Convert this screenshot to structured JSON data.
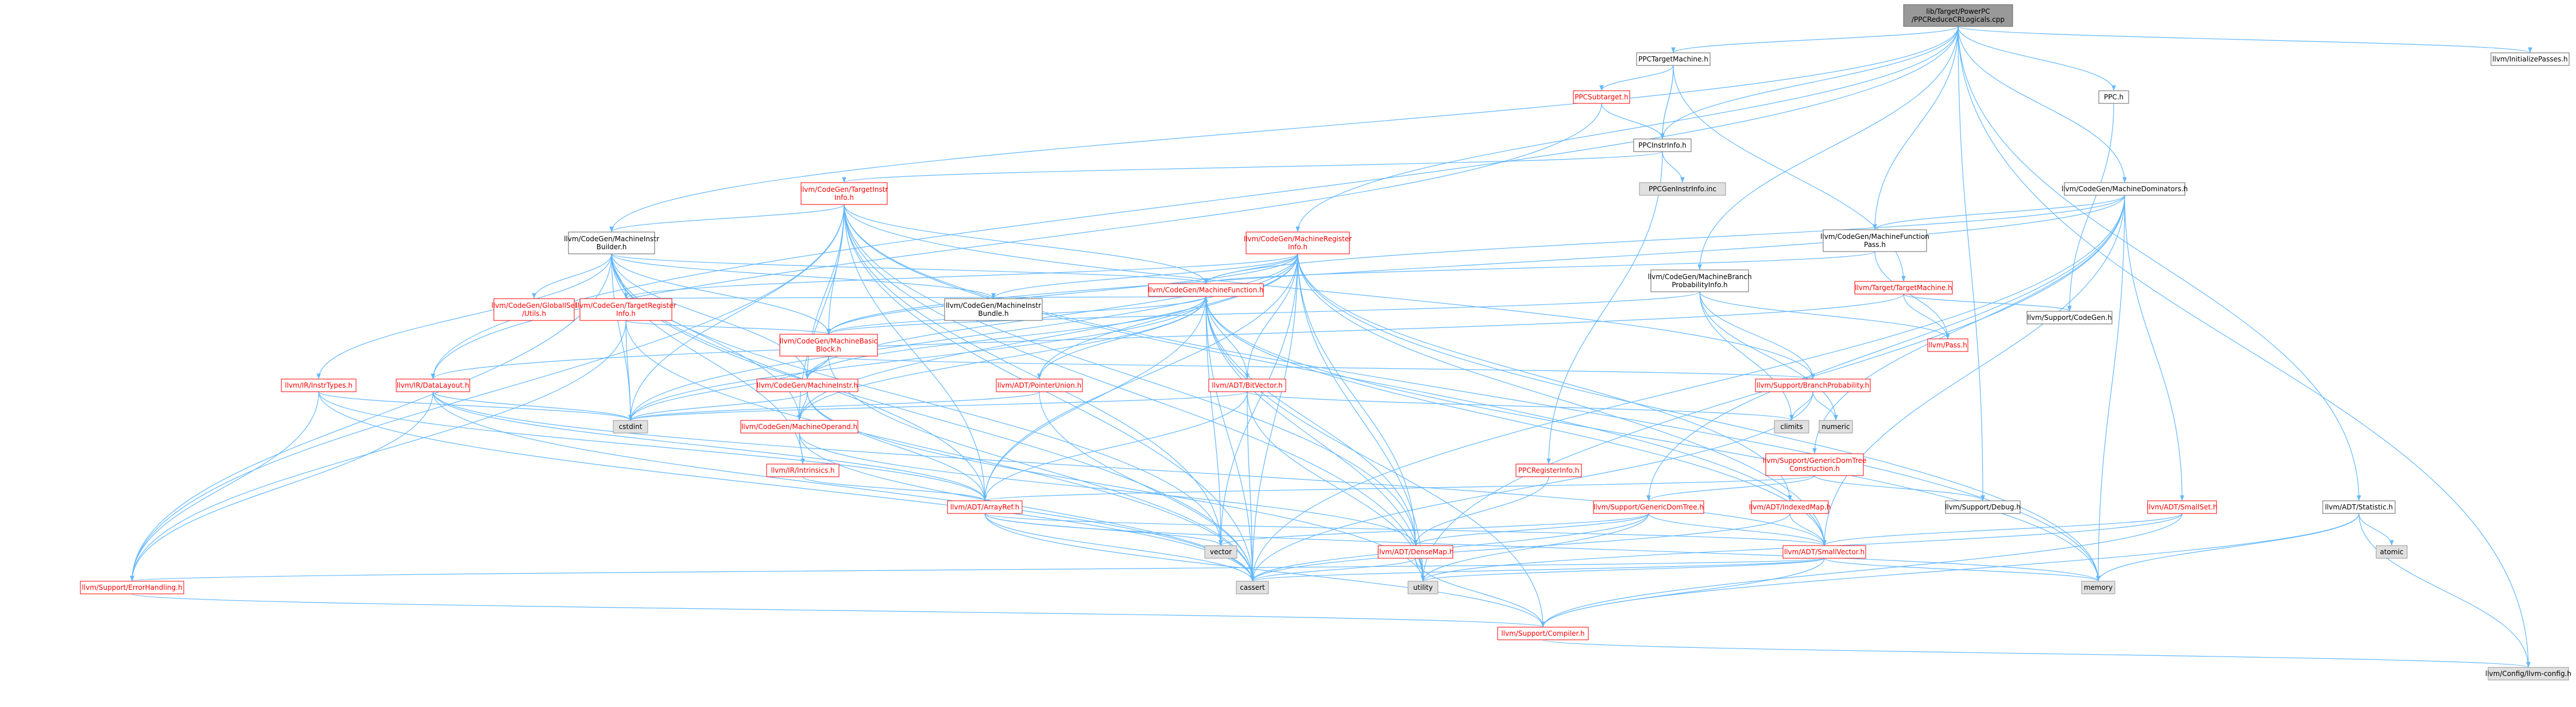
{
  "colors": {
    "edge": "#63b8ff",
    "edge_dark": "#2f7fbf",
    "root_fill": "#999999",
    "root_text": "#000000",
    "link_stroke": "#ff0000",
    "link_text": "#ff0000",
    "plain_stroke": "#666666",
    "plain_text": "#000000",
    "sys_fill": "#e0e0e0",
    "sys_stroke": "#999999"
  },
  "nodes": [
    {
      "id": "root",
      "label": "lib/Target/PowerPC\n/PPCReduceCRLogicals.cpp",
      "kind": "root"
    },
    {
      "id": "tm",
      "label": "PPCTargetMachine.h",
      "kind": "plain"
    },
    {
      "id": "init",
      "label": "llvm/InitializePasses.h",
      "kind": "plain"
    },
    {
      "id": "ppch",
      "label": "PPC.h",
      "kind": "plain"
    },
    {
      "id": "subtarget",
      "label": "PPCSubtarget.h",
      "kind": "link"
    },
    {
      "id": "instrinfo",
      "label": "PPCInstrInfo.h",
      "kind": "plain"
    },
    {
      "id": "geninstr",
      "label": "PPCGenInstrInfo.inc",
      "kind": "sys"
    },
    {
      "id": "tii",
      "label": "llvm/CodeGen/TargetInstr\nInfo.h",
      "kind": "link"
    },
    {
      "id": "mdom",
      "label": "llvm/CodeGen/MachineDominators.h",
      "kind": "plain"
    },
    {
      "id": "mfpass",
      "label": "llvm/CodeGen/MachineFunction\nPass.h",
      "kind": "plain"
    },
    {
      "id": "mib",
      "label": "llvm/CodeGen/MachineInstr\nBuilder.h",
      "kind": "plain"
    },
    {
      "id": "mri",
      "label": "llvm/CodeGen/MachineRegister\nInfo.h",
      "kind": "link"
    },
    {
      "id": "mbpi",
      "label": "llvm/CodeGen/MachineBranch\nProbabilityInfo.h",
      "kind": "plain"
    },
    {
      "id": "targetmachine",
      "label": "llvm/Target/TargetMachine.h",
      "kind": "link"
    },
    {
      "id": "supcodegen",
      "label": "llvm/Support/CodeGen.h",
      "kind": "plain"
    },
    {
      "id": "globalisel",
      "label": "llvm/CodeGen/GlobalISel\n/Utils.h",
      "kind": "link"
    },
    {
      "id": "tri",
      "label": "llvm/CodeGen/TargetRegister\nInfo.h",
      "kind": "link"
    },
    {
      "id": "bundle",
      "label": "llvm/CodeGen/MachineInstr\nBundle.h",
      "kind": "plain"
    },
    {
      "id": "mf",
      "label": "llvm/CodeGen/MachineFunction.h",
      "kind": "link"
    },
    {
      "id": "pass",
      "label": "llvm/Pass.h",
      "kind": "link"
    },
    {
      "id": "mbb",
      "label": "llvm/CodeGen/MachineBasic\nBlock.h",
      "kind": "link"
    },
    {
      "id": "instrtypes",
      "label": "llvm/IR/InstrTypes.h",
      "kind": "link"
    },
    {
      "id": "datalayout",
      "label": "llvm/IR/DataLayout.h",
      "kind": "link"
    },
    {
      "id": "mi",
      "label": "llvm/CodeGen/MachineInstr.h",
      "kind": "link"
    },
    {
      "id": "ptrunion",
      "label": "llvm/ADT/PointerUnion.h",
      "kind": "link"
    },
    {
      "id": "bitvector",
      "label": "llvm/ADT/BitVector.h",
      "kind": "link"
    },
    {
      "id": "bp",
      "label": "llvm/Support/BranchProbability.h",
      "kind": "link"
    },
    {
      "id": "cstdint",
      "label": "cstdint",
      "kind": "sys"
    },
    {
      "id": "mo",
      "label": "llvm/CodeGen/MachineOperand.h",
      "kind": "link"
    },
    {
      "id": "climits",
      "label": "climits",
      "kind": "sys"
    },
    {
      "id": "numeric",
      "label": "numeric",
      "kind": "sys"
    },
    {
      "id": "intrinsics",
      "label": "llvm/IR/Intrinsics.h",
      "kind": "link"
    },
    {
      "id": "reginfo",
      "label": "PPCRegisterInfo.h",
      "kind": "link"
    },
    {
      "id": "gdtc",
      "label": "llvm/Support/GenericDomTree\nConstruction.h",
      "kind": "link"
    },
    {
      "id": "arrayref",
      "label": "llvm/ADT/ArrayRef.h",
      "kind": "link"
    },
    {
      "id": "gdt",
      "label": "llvm/Support/GenericDomTree.h",
      "kind": "link"
    },
    {
      "id": "indexedmap",
      "label": "llvm/ADT/IndexedMap.h",
      "kind": "link"
    },
    {
      "id": "smallset",
      "label": "llvm/ADT/SmallSet.h",
      "kind": "link"
    },
    {
      "id": "statistic",
      "label": "llvm/ADT/Statistic.h",
      "kind": "plain"
    },
    {
      "id": "debug",
      "label": "llvm/Support/Debug.h",
      "kind": "plain"
    },
    {
      "id": "atomic",
      "label": "atomic",
      "kind": "sys"
    },
    {
      "id": "vector",
      "label": "vector",
      "kind": "sys"
    },
    {
      "id": "densemap",
      "label": "llvm/ADT/DenseMap.h",
      "kind": "link"
    },
    {
      "id": "smallvector",
      "label": "llvm/ADT/SmallVector.h",
      "kind": "link"
    },
    {
      "id": "errorhandling",
      "label": "llvm/Support/ErrorHandling.h",
      "kind": "link"
    },
    {
      "id": "cassert",
      "label": "cassert",
      "kind": "sys"
    },
    {
      "id": "utility",
      "label": "utility",
      "kind": "sys"
    },
    {
      "id": "memory",
      "label": "memory",
      "kind": "sys"
    },
    {
      "id": "compiler",
      "label": "llvm/Support/Compiler.h",
      "kind": "link"
    },
    {
      "id": "config",
      "label": "llvm/Config/llvm-config.h",
      "kind": "sys"
    }
  ],
  "edges": [
    [
      "root",
      "tm"
    ],
    [
      "root",
      "init"
    ],
    [
      "root",
      "ppch"
    ],
    [
      "root",
      "instrinfo"
    ],
    [
      "root",
      "mdom"
    ],
    [
      "root",
      "mfpass"
    ],
    [
      "root",
      "mib"
    ],
    [
      "root",
      "mri"
    ],
    [
      "root",
      "mbpi"
    ],
    [
      "root",
      "statistic"
    ],
    [
      "root",
      "debug"
    ],
    [
      "root",
      "config"
    ],
    [
      "root",
      "datalayout"
    ],
    [
      "tm",
      "subtarget"
    ],
    [
      "tm",
      "instrinfo"
    ],
    [
      "tm",
      "targetmachine"
    ],
    [
      "tm",
      "instrinfo"
    ],
    [
      "subtarget",
      "instrinfo"
    ],
    [
      "subtarget",
      "datalayout"
    ],
    [
      "instrinfo",
      "geninstr"
    ],
    [
      "instrinfo",
      "tii"
    ],
    [
      "instrinfo",
      "reginfo"
    ],
    [
      "ppch",
      "supcodegen"
    ],
    [
      "mdom",
      "mfpass"
    ],
    [
      "mdom",
      "mf"
    ],
    [
      "mdom",
      "mbb"
    ],
    [
      "mdom",
      "gdt"
    ],
    [
      "mdom",
      "gdtc"
    ],
    [
      "mdom",
      "smallset"
    ],
    [
      "mdom",
      "smallvector"
    ],
    [
      "mdom",
      "memory"
    ],
    [
      "mdom",
      "cassert"
    ],
    [
      "mdom",
      "utility"
    ],
    [
      "mfpass",
      "mf"
    ],
    [
      "mfpass",
      "pass"
    ],
    [
      "tii",
      "mib"
    ],
    [
      "tii",
      "mf"
    ],
    [
      "tii",
      "mbb"
    ],
    [
      "tii",
      "mi"
    ],
    [
      "tii",
      "mo"
    ],
    [
      "tii",
      "arrayref"
    ],
    [
      "tii",
      "densemap"
    ],
    [
      "tii",
      "smallvector"
    ],
    [
      "tii",
      "errorhandling"
    ],
    [
      "tii",
      "cassert"
    ],
    [
      "tii",
      "cstdint"
    ],
    [
      "tii",
      "utility"
    ],
    [
      "tii",
      "memory"
    ],
    [
      "tii",
      "vector"
    ],
    [
      "tii",
      "bp"
    ],
    [
      "mib",
      "globalisel"
    ],
    [
      "mib",
      "tri"
    ],
    [
      "mib",
      "bundle"
    ],
    [
      "mib",
      "mf"
    ],
    [
      "mib",
      "mbb"
    ],
    [
      "mib",
      "mi"
    ],
    [
      "mib",
      "mo"
    ],
    [
      "mib",
      "instrtypes"
    ],
    [
      "mib",
      "intrinsics"
    ],
    [
      "mib",
      "errorhandling"
    ],
    [
      "mib",
      "cassert"
    ],
    [
      "mib",
      "cstdint"
    ],
    [
      "mib",
      "arrayref"
    ],
    [
      "mib",
      "vector"
    ],
    [
      "mri",
      "tri"
    ],
    [
      "mri",
      "bundle"
    ],
    [
      "mri",
      "mf"
    ],
    [
      "mri",
      "mbb"
    ],
    [
      "mri",
      "mi"
    ],
    [
      "mri",
      "mo"
    ],
    [
      "mri",
      "bitvector"
    ],
    [
      "mri",
      "ptrunion"
    ],
    [
      "mri",
      "indexedmap"
    ],
    [
      "mri",
      "densemap"
    ],
    [
      "mri",
      "smallvector"
    ],
    [
      "mri",
      "arrayref"
    ],
    [
      "mri",
      "cassert"
    ],
    [
      "mri",
      "cstdint"
    ],
    [
      "mri",
      "memory"
    ],
    [
      "mri",
      "utility"
    ],
    [
      "mri",
      "vector"
    ],
    [
      "mbpi",
      "pass"
    ],
    [
      "mbpi",
      "bp"
    ],
    [
      "mbpi",
      "mbb"
    ],
    [
      "mbpi",
      "climits"
    ],
    [
      "mbpi",
      "numeric"
    ],
    [
      "targetmachine",
      "pass"
    ],
    [
      "targetmachine",
      "supcodegen"
    ],
    [
      "targetmachine",
      "datalayout"
    ],
    [
      "tri",
      "mbb"
    ],
    [
      "tri",
      "mf"
    ],
    [
      "tri",
      "errorhandling"
    ],
    [
      "tri",
      "cassert"
    ],
    [
      "tri",
      "cstdint"
    ],
    [
      "mf",
      "mbb"
    ],
    [
      "mf",
      "mi"
    ],
    [
      "mf",
      "mo"
    ],
    [
      "mf",
      "bitvector"
    ],
    [
      "mf",
      "ptrunion"
    ],
    [
      "mf",
      "arrayref"
    ],
    [
      "mf",
      "densemap"
    ],
    [
      "mf",
      "smallvector"
    ],
    [
      "mf",
      "cassert"
    ],
    [
      "mf",
      "cstdint"
    ],
    [
      "mf",
      "memory"
    ],
    [
      "mf",
      "utility"
    ],
    [
      "mf",
      "vector"
    ],
    [
      "mf",
      "compiler"
    ],
    [
      "mbb",
      "mi"
    ],
    [
      "mbb",
      "bp"
    ],
    [
      "mbb",
      "cstdint"
    ],
    [
      "mbb",
      "cassert"
    ],
    [
      "instrtypes",
      "arrayref"
    ],
    [
      "instrtypes",
      "errorhandling"
    ],
    [
      "instrtypes",
      "cassert"
    ],
    [
      "instrtypes",
      "cstdint"
    ],
    [
      "datalayout",
      "arrayref"
    ],
    [
      "datalayout",
      "smallvector"
    ],
    [
      "datalayout",
      "errorhandling"
    ],
    [
      "datalayout",
      "cassert"
    ],
    [
      "datalayout",
      "cstdint"
    ],
    [
      "mi",
      "mo"
    ],
    [
      "mi",
      "arrayref"
    ],
    [
      "mi",
      "cstdint"
    ],
    [
      "mi",
      "utility"
    ],
    [
      "ptrunion",
      "cassert"
    ],
    [
      "ptrunion",
      "cstdint"
    ],
    [
      "bitvector",
      "arrayref"
    ],
    [
      "bitvector",
      "climits"
    ],
    [
      "bitvector",
      "cassert"
    ],
    [
      "bitvector",
      "cstdint"
    ],
    [
      "bitvector",
      "utility"
    ],
    [
      "bp",
      "climits"
    ],
    [
      "bp",
      "numeric"
    ],
    [
      "bp",
      "cassert"
    ],
    [
      "mo",
      "intrinsics"
    ],
    [
      "mo",
      "densemap"
    ],
    [
      "mo",
      "cassert"
    ],
    [
      "intrinsics",
      "arrayref"
    ],
    [
      "reginfo",
      "densemap"
    ],
    [
      "gdtc",
      "gdt"
    ],
    [
      "gdtc",
      "debug"
    ],
    [
      "gdtc",
      "arrayref"
    ],
    [
      "arrayref",
      "smallvector"
    ],
    [
      "arrayref",
      "vector"
    ],
    [
      "arrayref",
      "cassert"
    ],
    [
      "arrayref",
      "memory"
    ],
    [
      "arrayref",
      "compiler"
    ],
    [
      "gdt",
      "densemap"
    ],
    [
      "gdt",
      "smallvector"
    ],
    [
      "gdt",
      "cassert"
    ],
    [
      "gdt",
      "utility"
    ],
    [
      "gdt",
      "vector"
    ],
    [
      "indexedmap",
      "smallvector"
    ],
    [
      "indexedmap",
      "cassert"
    ],
    [
      "smallset",
      "smallvector"
    ],
    [
      "smallset",
      "compiler"
    ],
    [
      "smallset",
      "utility"
    ],
    [
      "statistic",
      "atomic"
    ],
    [
      "statistic",
      "memory"
    ],
    [
      "statistic",
      "compiler"
    ],
    [
      "statistic",
      "config"
    ],
    [
      "densemap",
      "utility"
    ],
    [
      "densemap",
      "compiler"
    ],
    [
      "densemap",
      "cassert"
    ],
    [
      "smallvector",
      "cassert"
    ],
    [
      "smallvector",
      "utility"
    ],
    [
      "smallvector",
      "memory"
    ],
    [
      "smallvector",
      "compiler"
    ],
    [
      "smallvector",
      "errorhandling"
    ],
    [
      "errorhandling",
      "compiler"
    ],
    [
      "compiler",
      "config"
    ]
  ]
}
